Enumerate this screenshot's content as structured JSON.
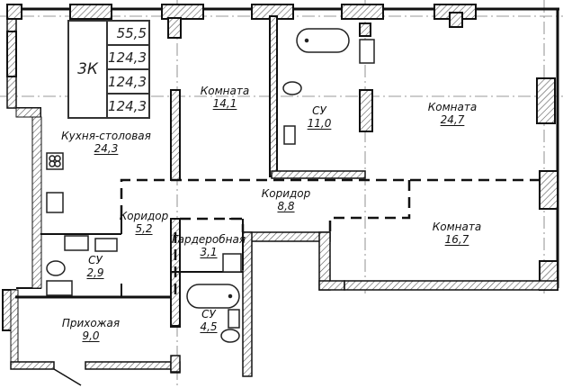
{
  "plan": {
    "type_label": "3К",
    "areas_table": [
      "55,5",
      "124,3",
      "124,3",
      "124,3"
    ],
    "rooms": [
      {
        "name": "Кухня-столовая",
        "area": "24,3"
      },
      {
        "name": "Комната",
        "area": "14,1"
      },
      {
        "name": "СУ",
        "area": "11,0"
      },
      {
        "name": "Комната",
        "area": "24,7"
      },
      {
        "name": "Коридор",
        "area": "8,8"
      },
      {
        "name": "Коридор",
        "area": "5,2"
      },
      {
        "name": "Гардеробная",
        "area": "3,1"
      },
      {
        "name": "Комната",
        "area": "16,7"
      },
      {
        "name": "СУ",
        "area": "2,9"
      },
      {
        "name": "СУ",
        "area": "4,5"
      },
      {
        "name": "Прихожая",
        "area": "9,0"
      }
    ]
  },
  "colors": {
    "wall": "#111111",
    "hatch": "#555555",
    "background": "#ffffff"
  }
}
